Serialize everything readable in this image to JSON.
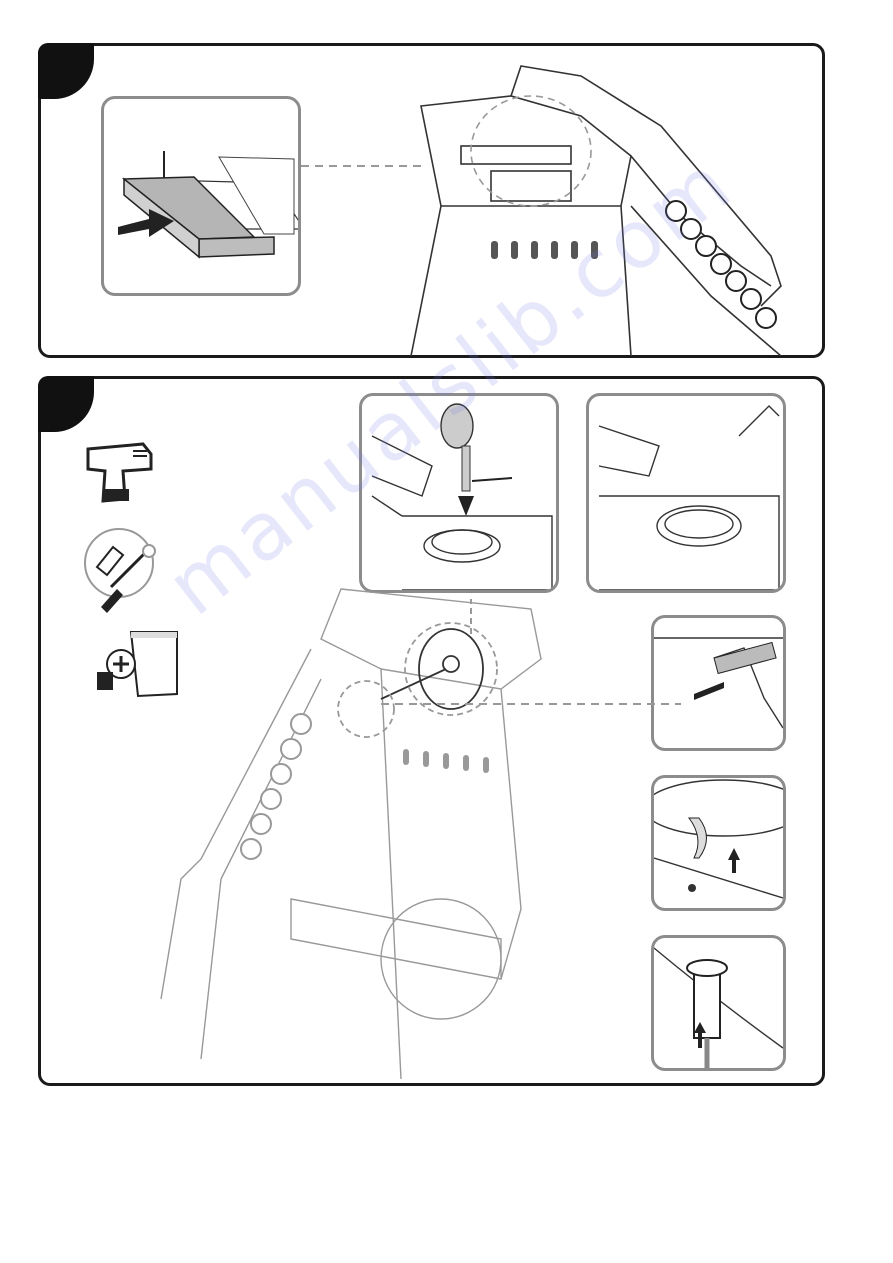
{
  "watermark_text": "manualslib.com",
  "colors": {
    "frame": "#1a1a1a",
    "inset_border": "#8c8c8c",
    "line_art": "#333333",
    "fill_gray": "#b5b5b5",
    "watermark": "#7878eb"
  },
  "steps": [
    {
      "panel": "top",
      "badge": "filled-black"
    },
    {
      "panel": "bottom",
      "badge": "filled-black"
    }
  ],
  "tools": [
    "power-drill-icon",
    "screwdriver-icon",
    "hardware-bag-icon"
  ]
}
